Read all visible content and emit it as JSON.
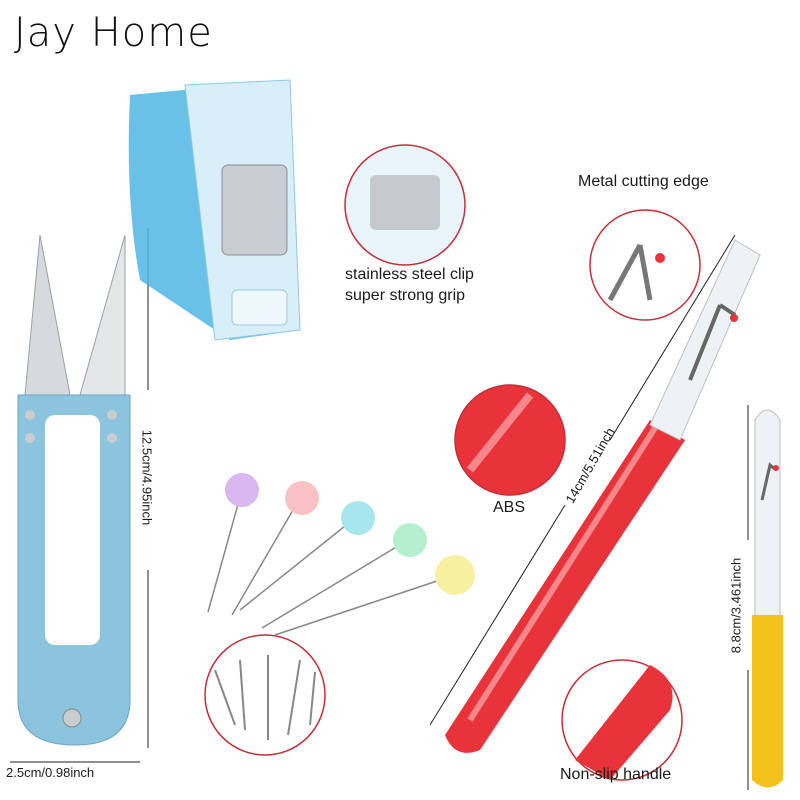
{
  "brand": {
    "logo_text": "Jay Home"
  },
  "labels": {
    "clip_line1": "stainless steel clip",
    "clip_line2": "super strong grip",
    "metal_edge": "Metal cutting edge",
    "abs": "ABS",
    "handle": "Non-slip handle"
  },
  "dimensions": {
    "scissors_length": "12.5cm/4.95inch",
    "scissors_width": "2.5cm/0.98inch",
    "seam_ripper_large": "14cm/5.51inch",
    "seam_ripper_small": "8.8cm/3.461inch"
  },
  "colors": {
    "scissors_handle": "#8cc4de",
    "clip": "#4fb6e3",
    "ripper_red": "#e8333a",
    "ripper_yellow": "#f2c21b",
    "pin_heads": [
      "#d9b8ef",
      "#f8c2c4",
      "#a6e6ec",
      "#b6efd0",
      "#f6f0a0"
    ],
    "inset_border": "#c0303a"
  }
}
